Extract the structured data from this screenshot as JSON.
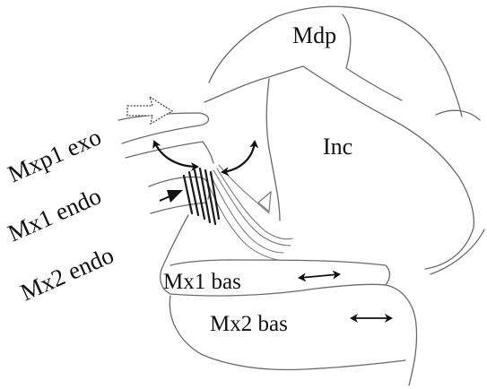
{
  "labels": {
    "mdp": "Mdp",
    "inc": "Inc",
    "mxp1_exo": "Mxp1 exo",
    "mx1_endo": "Mx1 endo",
    "mx2_endo": "Mx2 endo",
    "mx1_bas": "Mx1 bas",
    "mx2_bas": "Mx2 bas"
  },
  "colors": {
    "outline": "#6a6a6a",
    "arrow": "#111111",
    "background": "#ffffff"
  },
  "icons": [
    "hollow-arrow-icon",
    "solid-arrow-icon",
    "hollow-triangle-icon",
    "double-arrow-icon",
    "curved-double-arrow-icon"
  ]
}
